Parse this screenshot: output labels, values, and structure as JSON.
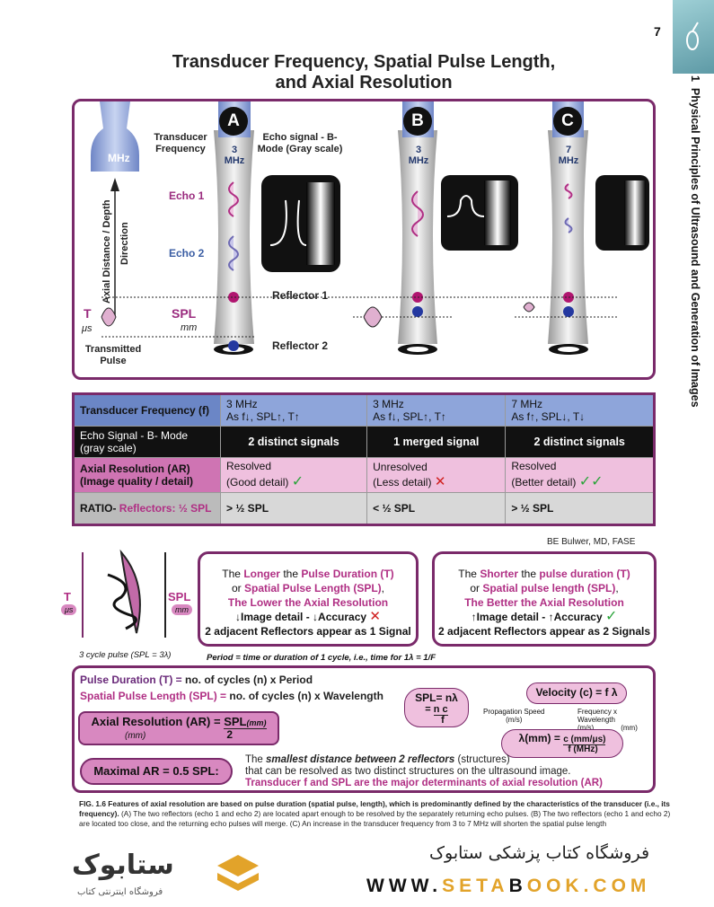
{
  "page_number": "7",
  "side_title_num": "1",
  "side_title": "Physical Principles of Ultrasound and Generation of Images",
  "title_line1": "Transducer Frequency, Spatial Pulse Length,",
  "title_line2": "and Axial Resolution",
  "diagram": {
    "mhz": "MHz",
    "transducer_frequency": "Transducer Frequency",
    "axial_distance": "Axial Distance / Depth",
    "direction": "Direction",
    "echo_signal": "Echo signal - B-Mode (Gray scale)",
    "echo1": "Echo 1",
    "echo2": "Echo 2",
    "reflector1": "Reflector 1",
    "reflector2": "Reflector 2",
    "t": "T",
    "us": "μs",
    "spl": "SPL",
    "mm": "mm",
    "transmitted_pulse": "Transmitted Pulse",
    "columns": [
      {
        "letter": "A",
        "freq_num": "3",
        "freq_unit": "MHz"
      },
      {
        "letter": "B",
        "freq_num": "3",
        "freq_unit": "MHz"
      },
      {
        "letter": "C",
        "freq_num": "7",
        "freq_unit": "MHz"
      }
    ]
  },
  "table": {
    "rows": [
      {
        "header": "Transducer Frequency (f)",
        "cells": [
          {
            "line1": "3 MHz",
            "line2": "As f↓, SPL↑, T↑"
          },
          {
            "line1": "3 MHz",
            "line2": "As f↓, SPL↑, T↑"
          },
          {
            "line1": "7 MHz",
            "line2": "As f↑, SPL↓, T↓"
          }
        ]
      },
      {
        "header": "Echo Signal - B- Mode (gray scale)",
        "cells": [
          {
            "line1": "2 distinct signals"
          },
          {
            "line1": "1 merged signal"
          },
          {
            "line1": "2 distinct signals"
          }
        ]
      },
      {
        "header": "Axial Resolution (AR) (Image quality / detail)",
        "cells": [
          {
            "line1": "Resolved",
            "line2": "(Good detail)",
            "mark": "✓"
          },
          {
            "line1": "Unresolved",
            "line2": "(Less detail)",
            "mark": "✕"
          },
          {
            "line1": "Resolved",
            "line2": "(Better detail)",
            "mark": "✓✓"
          }
        ]
      },
      {
        "header_a": "RATIO-",
        "header_b": " Reflectors: ½ SPL",
        "cells": [
          {
            "line1": "> ½ SPL"
          },
          {
            "line1": "< ½ SPL"
          },
          {
            "line1": "> ½ SPL"
          }
        ]
      }
    ]
  },
  "credit": "BE Bulwer, MD, FASE",
  "pulse": {
    "t": "T",
    "us": "μs",
    "spl": "SPL",
    "mm": "mm",
    "caption": "3 cycle pulse (SPL = 3λ)"
  },
  "left_box": {
    "l1a": "The ",
    "l1b": "Longer",
    "l1c": " the ",
    "l1d": "Pulse Duration (T)",
    "l2a": "or ",
    "l2b": "Spatial Pulse Length (SPL)",
    "l2c": ",",
    "l3": "The Lower the Axial Resolution",
    "l4a": "↓Image detail - ↓Accuracy",
    "l4mark": "✕",
    "l5": "2 adjacent Reflectors appear as 1 Signal"
  },
  "right_box": {
    "l1a": "The ",
    "l1b": "Shorter",
    "l1c": " the ",
    "l1d": "pulse duration (T)",
    "l2a": "or ",
    "l2b": "Spatial pulse length (SPL)",
    "l2c": ",",
    "l3": "The Better the Axial Resolution",
    "l4a": "↑Image detail - ↑Accuracy",
    "l4mark": "✓",
    "l5": "2 adjacent Reflectors appear as 2 Signals"
  },
  "period_note": "Period = time or duration of 1 cycle, i.e., time for 1λ = 1/F",
  "formulas": {
    "pd_a": "Pulse Duration (T) =",
    "pd_b": " no. of cycles (n) x Period",
    "spl_a": "Spatial Pulse Length (SPL) =",
    "spl_b": " no. of cycles (n) x Wavelength",
    "spl_eq1": "SPL= nλ",
    "spl_eq2_top": "n c",
    "spl_eq2_bot": "f",
    "ar_a": "Axial Resolution (AR) =",
    "ar_top": "SPL",
    "ar_top_unit": "(mm)",
    "ar_bot": "2",
    "ar_unit": "(mm)",
    "velocity": "Velocity (c) = f λ",
    "prop_speed": "Propagation Speed",
    "prop_unit": "(m/s)",
    "fxw": "Frequency x Wavelength",
    "fxw_u1": "(m/s)",
    "fxw_u2": "(mm)",
    "lambda_a": "λ(mm) =",
    "lambda_top": "c (mm/μs)",
    "lambda_bot": "f (MHz)",
    "max_ar": "Maximal AR = 0.5 SPL:",
    "smallest_a": "The ",
    "smallest_b": "smallest distance between 2 reflectors",
    "smallest_c": " (structures)",
    "smallest_2": "that can be resolved as two distinct structures on the ultrasound image.",
    "smallest_3": "Transducer f and SPL are the major determinants of axial resolution (AR)"
  },
  "caption": {
    "fig": "FIG. 1.6",
    "bold": " Features of axial resolution are based on pulse duration (spatial pulse, length), which is predominantly defined by the characteristics of the transducer (i.e., its frequency).",
    "rest": " (A) The two reflectors (echo 1 and echo 2) are located apart enough to be resolved by the separately returning echo pulses. (B) The two reflectors (echo 1 and echo 2) are located too close, and the returning echo pulses will merge. (C) An increase in the transducer frequency from 3 to 7 MHz will shorten the spatial pulse length"
  },
  "footer": {
    "fa": "فروشگاه کتاب پزشکی ستابوک",
    "url_a": "WWW.",
    "url_b": "SETA",
    "url_c": "B",
    "url_d": "OOK.COM",
    "logo": "ستابوک",
    "logo_sub": "فروشگاه اینترنتی کتاب"
  },
  "colors": {
    "purple": "#7a2a6a",
    "pink": "#b02f84",
    "blue_row": "#8ea5da",
    "gold": "#e2a32a"
  }
}
